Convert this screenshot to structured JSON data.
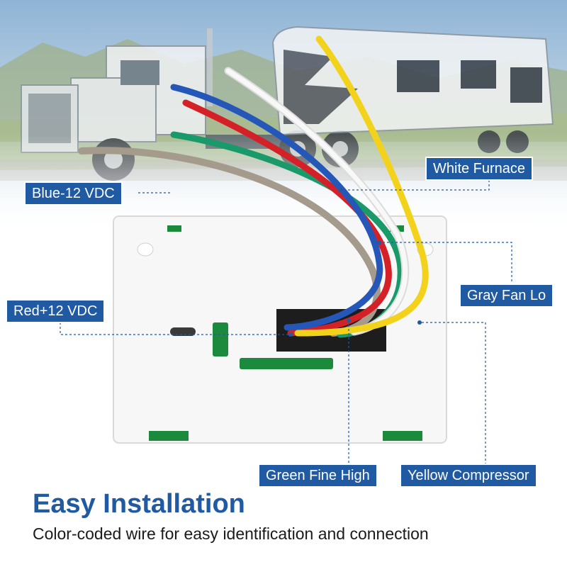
{
  "labels": {
    "white_furnace": "White Furnace",
    "blue_12vdc": "Blue-12 VDC",
    "gray_fan_lo": "Gray Fan Lo",
    "red_12vdc": "Red+12 VDC",
    "green_fine_high": "Green Fine High",
    "yellow_compressor": "Yellow Compressor"
  },
  "heading": "Easy Installation",
  "subheading": "Color-coded wire for easy identification and connection",
  "colors": {
    "label_bg": "#1f5aa3",
    "heading": "#1f5aa3",
    "wire_blue": "#2457b8",
    "wire_red": "#d42128",
    "wire_green": "#1a9a6a",
    "wire_gray": "#a59b8c",
    "wire_white": "#f4f4f4",
    "wire_yellow": "#f2d21b"
  }
}
